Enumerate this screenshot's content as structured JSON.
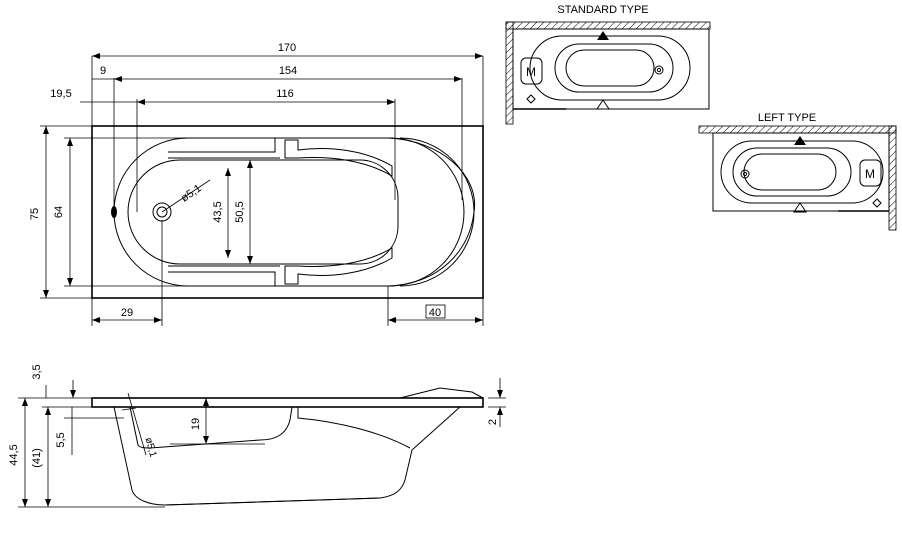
{
  "top_view": {
    "dims": {
      "total_length": "170",
      "inner_length": "154",
      "bottom_length": "116",
      "left_offset": "19,5",
      "left_small": "9",
      "width": "75",
      "inner_width": "64",
      "bottom_width_outer": "50,5",
      "bottom_width_inner": "43,5",
      "drain_diameter": "ø5,1",
      "drain_offset": "29",
      "edge_offset": "40"
    }
  },
  "side_view": {
    "dims": {
      "top_thickness": "3,5",
      "total_height": "44,5",
      "inner_height": "(41)",
      "overflow_height": "5,5",
      "seat_depth": "19",
      "rim_offset": "2",
      "drain_diameter": "ø5,1"
    }
  },
  "standard_type": {
    "title": "STANDARD TYPE",
    "motor_label": "M"
  },
  "left_type": {
    "title": "LEFT TYPE",
    "motor_label": "M"
  }
}
